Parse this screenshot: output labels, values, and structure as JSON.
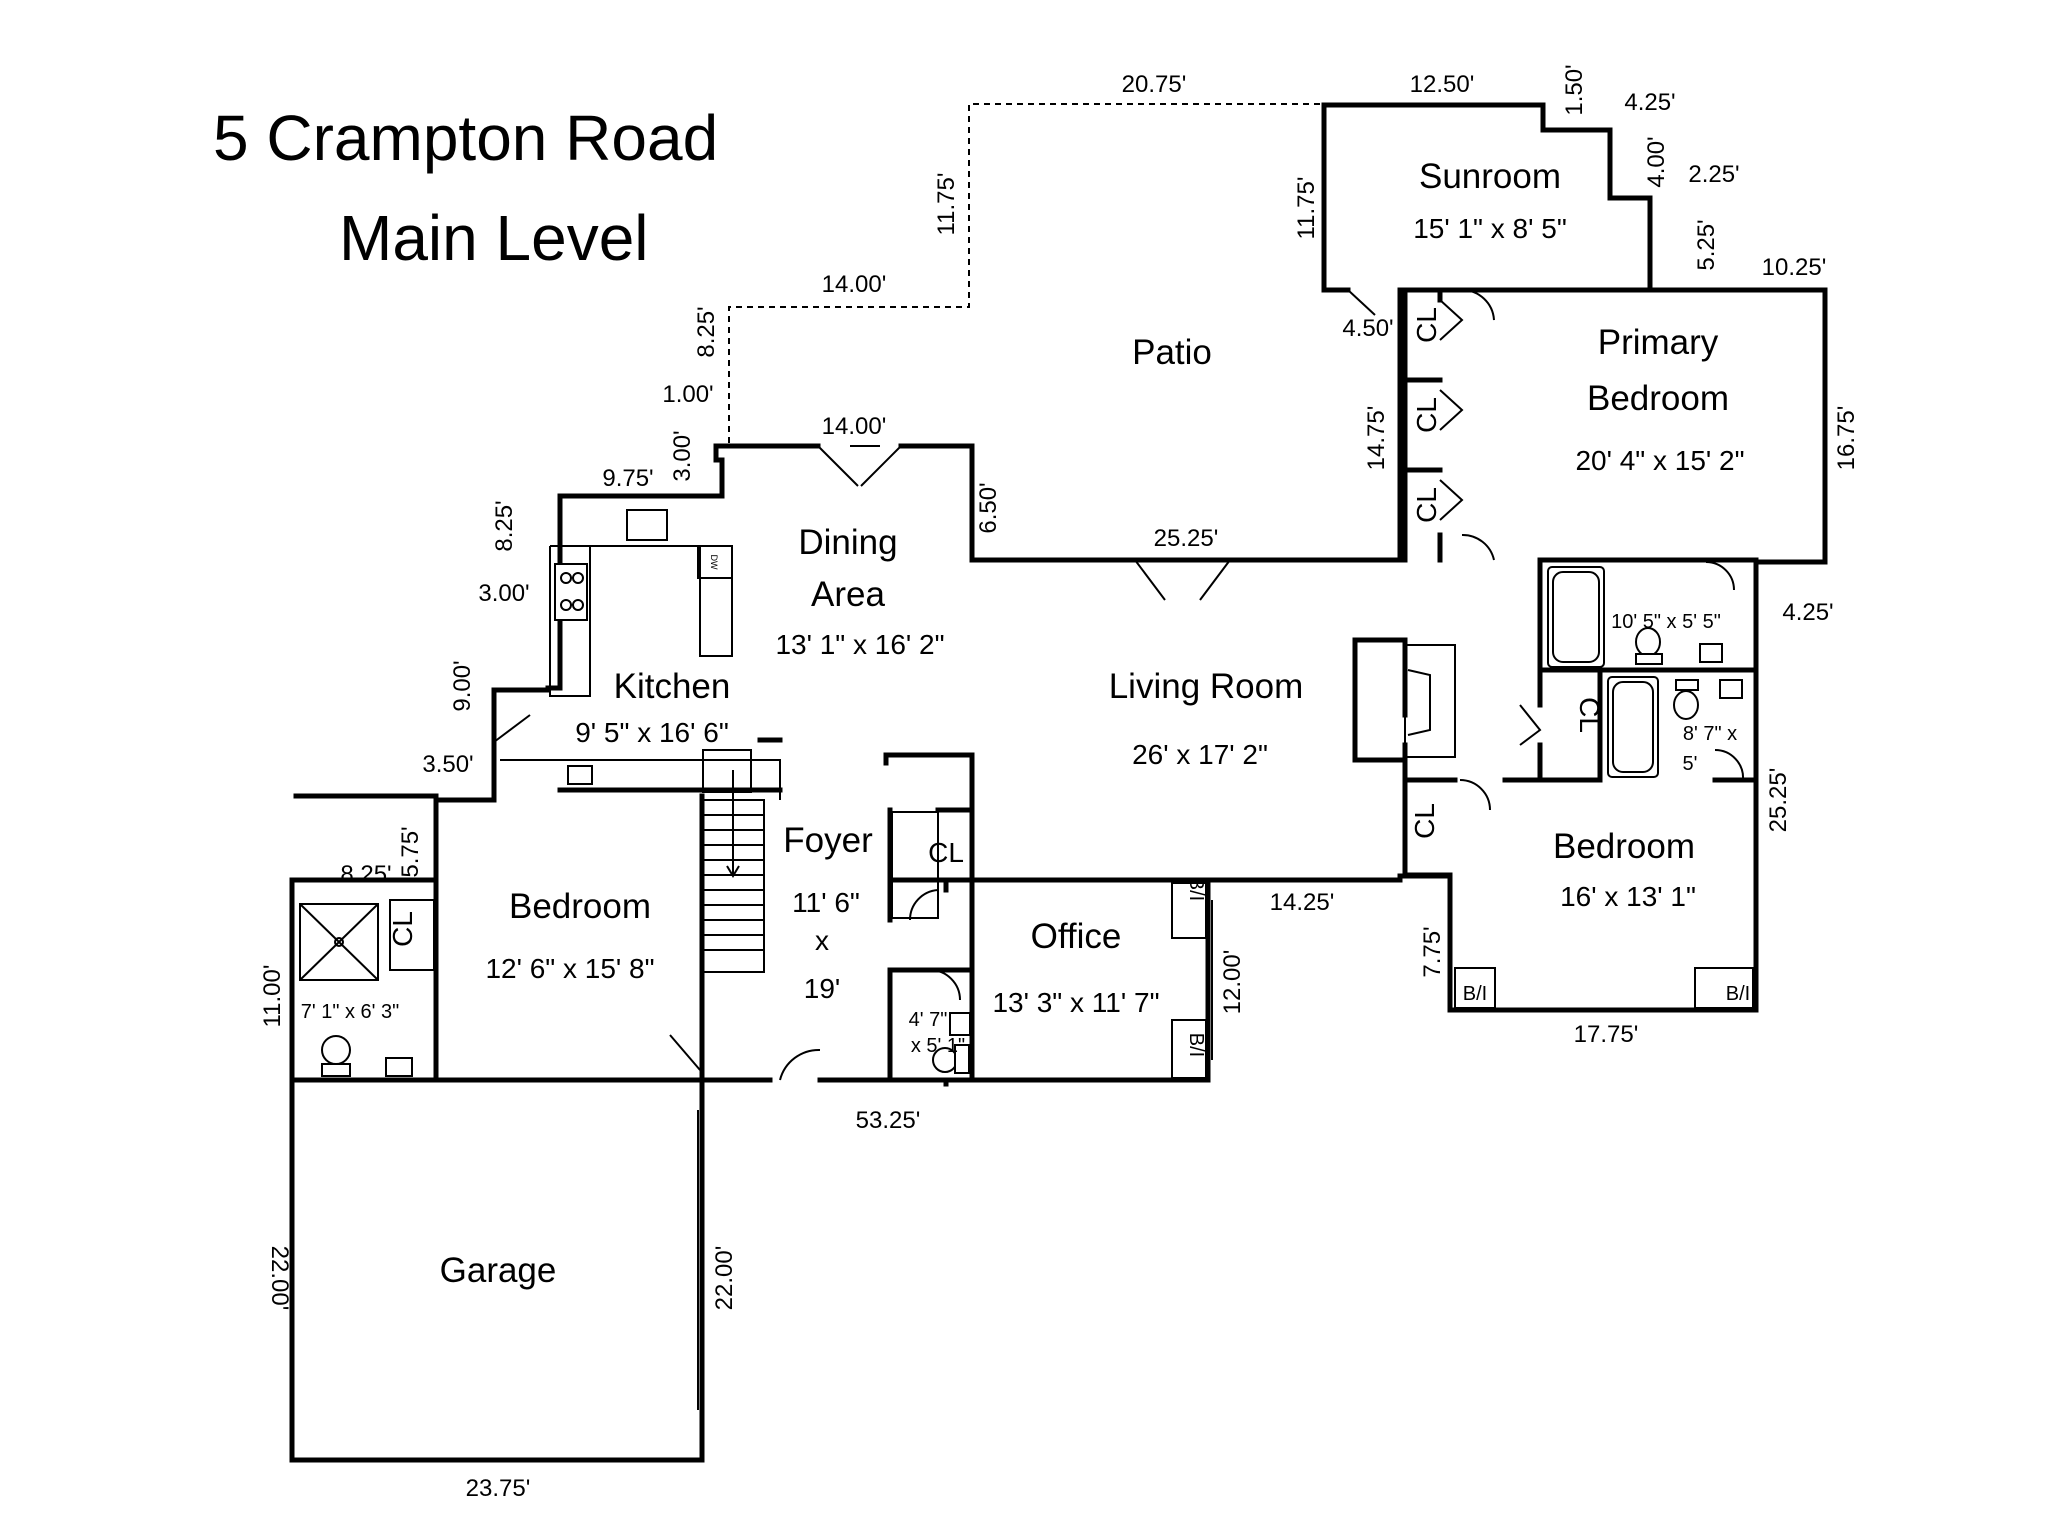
{
  "title": {
    "line1": "5 Crampton Road",
    "line2": "Main Level"
  },
  "rooms": {
    "sunroom": {
      "name": "Sunroom",
      "size": "15' 1\" x 8' 5\""
    },
    "patio": {
      "name": "Patio"
    },
    "primary_bedroom": {
      "name_line1": "Primary",
      "name_line2": "Bedroom",
      "size": "20' 4\" x 15' 2\""
    },
    "dining_area": {
      "name_line1": "Dining",
      "name_line2": "Area",
      "size": "13' 1\" x 16' 2\""
    },
    "kitchen": {
      "name": "Kitchen",
      "size": "9' 5\" x 16' 6\""
    },
    "living_room": {
      "name": "Living Room",
      "size": "26' x 17' 2\""
    },
    "bath_primary": {
      "size": "10' 5\" x 5' 5\""
    },
    "bath_hall": {
      "size_line1": "8' 7\" x",
      "size_line2": "5'"
    },
    "foyer": {
      "name": "Foyer",
      "size_line1": "11' 6\"",
      "size_line2": "x",
      "size_line3": "19'"
    },
    "bedroom_west": {
      "name": "Bedroom",
      "size": "12' 6\" x 15' 8\""
    },
    "bath_west": {
      "size": "7' 1\" x 6' 3\""
    },
    "half_bath": {
      "size_line1": "4' 7\"",
      "size_line2": "x 5' 1\""
    },
    "office": {
      "name": "Office",
      "size": "13' 3\" x 11' 7\""
    },
    "bedroom_east": {
      "name": "Bedroom",
      "size": "16' x 13' 1\""
    },
    "garage": {
      "name": "Garage"
    }
  },
  "labels": {
    "closet": "CL",
    "built_in": "B/I",
    "dishwasher": "DW"
  },
  "dimensions": {
    "d2075": "20.75'",
    "d1250": "12.50'",
    "d150": "1.50'",
    "d425a": "4.25'",
    "d400": "4.00'",
    "d225": "2.25'",
    "d525": "5.25'",
    "d1025": "10.25'",
    "d1175a": "11.75'",
    "d1175b": "11.75'",
    "d1400a": "14.00'",
    "d825a": "8.25'",
    "d100": "1.00'",
    "d450": "4.50'",
    "d300a": "3.00'",
    "d1400b": "14.00'",
    "d975": "9.75'",
    "d825b": "8.25'",
    "d1475": "14.75'",
    "d1675": "16.75'",
    "d650": "6.50'",
    "d2525a": "25.25'",
    "d300b": "3.00'",
    "d425b": "4.25'",
    "d900": "9.00'",
    "d350": "3.50'",
    "d2525b": "25.25'",
    "d575": "5.75'",
    "d825c": "8.25'",
    "d1425": "14.25'",
    "d1100": "11.00'",
    "d775": "7.75'",
    "d1200": "12.00'",
    "d1775": "17.75'",
    "d5325": "53.25'",
    "d2200a": "22.00'",
    "d2200b": "22.00'",
    "d2375": "23.75'"
  }
}
